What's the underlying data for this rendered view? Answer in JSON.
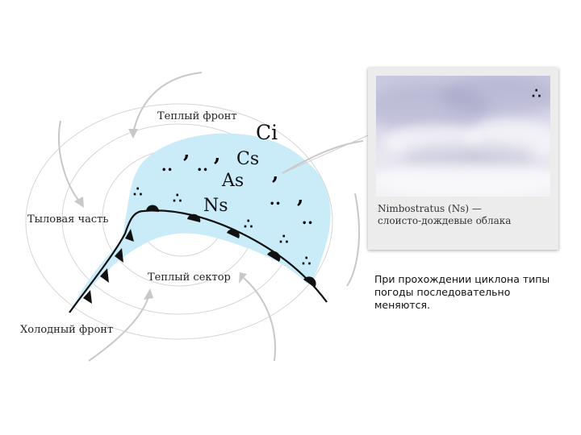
{
  "diagram": {
    "labels": {
      "warm_front": "Теплый фронт",
      "rear_part": "Тыловая часть",
      "warm_sector": "Теплый сектор",
      "cold_front": "Холодный фронт"
    },
    "cloud_types": {
      "ci": "Ci",
      "cs": "Cs",
      "as": "As",
      "ns": "Ns"
    },
    "symbols": {
      "drizzle": ",",
      "rain": "••",
      "rain_heavy": "∴"
    },
    "colors": {
      "cloud_zone": "#c9ecf8",
      "arrows": "#c8c8c8",
      "isobars": "#d6d6d6",
      "front": "#111111"
    }
  },
  "photo_card": {
    "caption_line1": "Nimbostratus (Ns) —",
    "caption_line2": "слоисто-дождевые облака",
    "symbol": "∴"
  },
  "note": {
    "text": "При прохождении циклона типы погоды последовательно меняются."
  }
}
